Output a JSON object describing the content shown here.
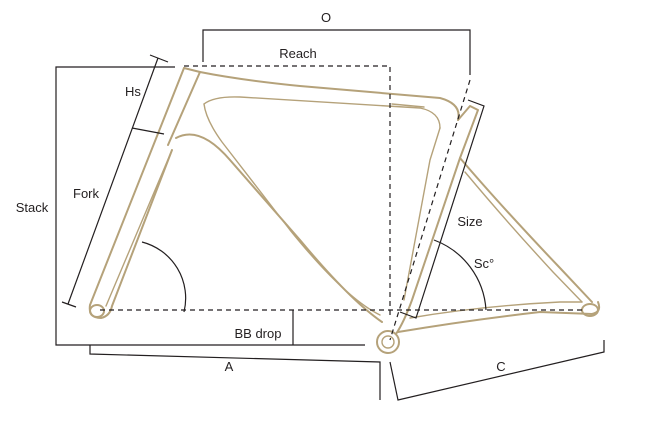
{
  "labels": {
    "o": "O",
    "reach": "Reach",
    "hs": "Hs",
    "stack": "Stack",
    "fork": "Fork",
    "size": "Size",
    "sc": "Sc°",
    "bb_drop": "BB drop",
    "a": "A",
    "c": "C"
  },
  "colors": {
    "frame": "#b5a27a",
    "lines": "#231f20",
    "background": "#ffffff"
  }
}
